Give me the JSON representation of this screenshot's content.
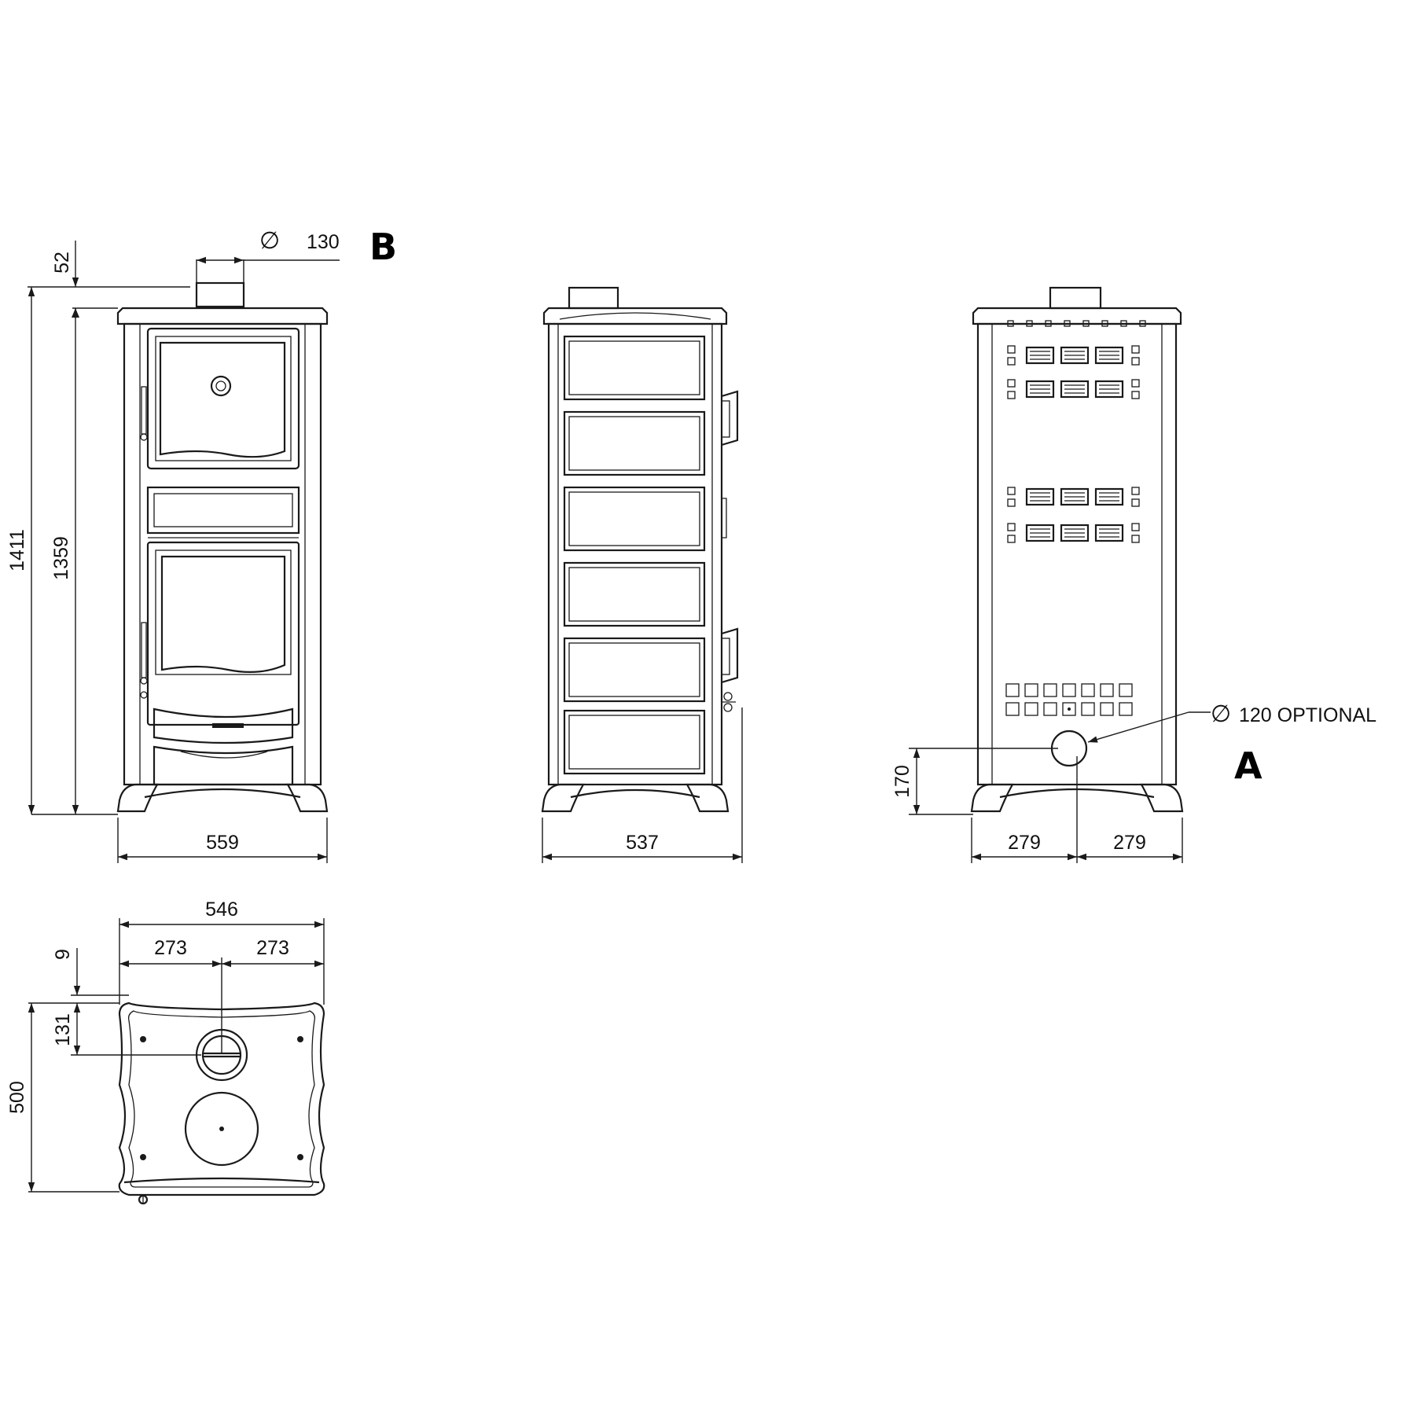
{
  "labels": {
    "view_b": "B",
    "view_a": "A"
  },
  "dimensions": {
    "top_offset": "52",
    "flue_diameter_symbol": "∅",
    "flue_diameter": "130",
    "total_height": "1411",
    "body_height": "1359",
    "front_width": "559",
    "side_depth": "537",
    "rear_left_half": "279",
    "rear_right_half": "279",
    "rear_outlet_height": "170",
    "optional_outlet_symbol": "∅",
    "optional_outlet": "120 OPTIONAL",
    "top_width": "546",
    "top_left_half": "273",
    "top_right_half": "273",
    "top_edge_offset": "9",
    "top_flue_offset": "131",
    "top_depth": "500"
  }
}
